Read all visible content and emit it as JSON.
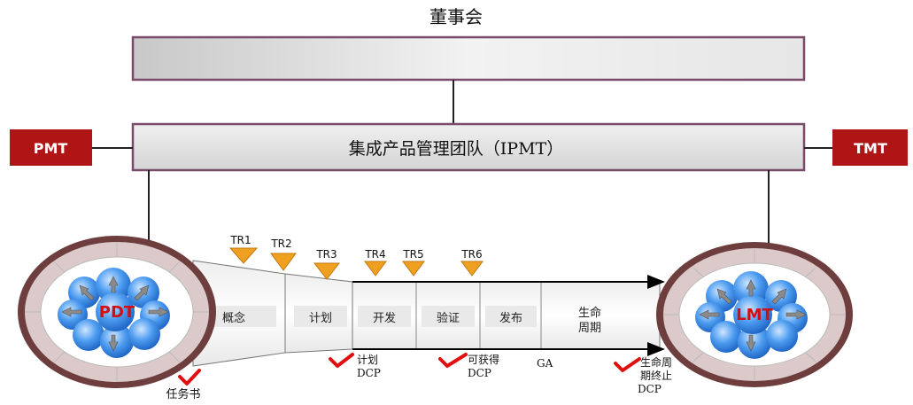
{
  "top_label": "董事会",
  "ipmt_label": "集成产品管理团队（IPMT）",
  "pmt_label": "PMT",
  "tmt_label": "TMT",
  "pdt_label": "PDT",
  "lmt_label": "LMT",
  "phases": [
    "概念",
    "计划",
    "开发",
    "验证",
    "发布"
  ],
  "lifecycle_label": [
    "生命",
    "周期"
  ],
  "tr_labels": [
    "TR1",
    "TR2",
    "TR3",
    "TR4",
    "TR5",
    "TR6"
  ],
  "dcp": {
    "task": "任务书",
    "plan": [
      "计划",
      "DCP"
    ],
    "available": [
      "可获得",
      "DCP"
    ],
    "ga": "GA",
    "end": [
      "生命周",
      "期终止",
      "DCP"
    ]
  },
  "colors": {
    "box_border": "#7a4a6b",
    "box_fill": "#d8d8d8",
    "red_box": "#b01515",
    "triangle": "#f0a020",
    "check": "#e01010",
    "blue": "#3a8ee8"
  }
}
